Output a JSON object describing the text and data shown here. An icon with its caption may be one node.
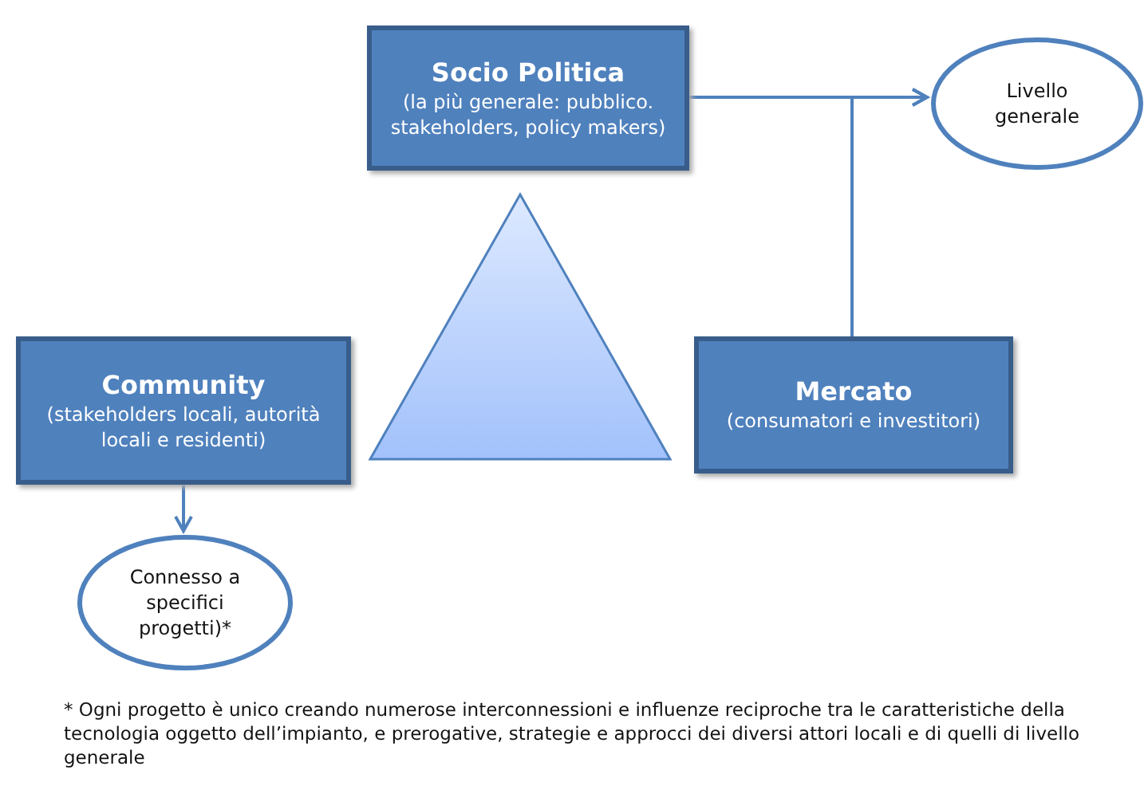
{
  "diagram": {
    "nodes": [
      {
        "text": [
          "Socio Politica",
          "(la più generale: pubblico. stakeholders, policy makers)"
        ]
      },
      {
        "text": [
          "Livello generale"
        ]
      },
      {
        "text": [
          "Community",
          "(stakeholders locali, autorità locali e residenti)"
        ]
      },
      {
        "text": [
          "Mercato",
          "(consumatori e investitori)"
        ]
      },
      {
        "text": [
          "Connesso a specifici progetti)*"
        ]
      },
      {
        "text": [],
        "shape": "triangle"
      }
    ],
    "edges": [
      {
        "from": 0,
        "to": 1,
        "arrow": "to"
      },
      {
        "from": 3,
        "to": 1,
        "arrow": "to"
      },
      {
        "from": 2,
        "to": 4,
        "arrow": "to"
      }
    ],
    "labels": [
      "* Ogni progetto è unico creando numerose interconnessioni e influenze reciproche tra le caratteristiche della tecnologia oggetto dell’impianto, e prerogative, strategie e approcci dei diversi attori locali e di quelli di livello generale"
    ]
  }
}
